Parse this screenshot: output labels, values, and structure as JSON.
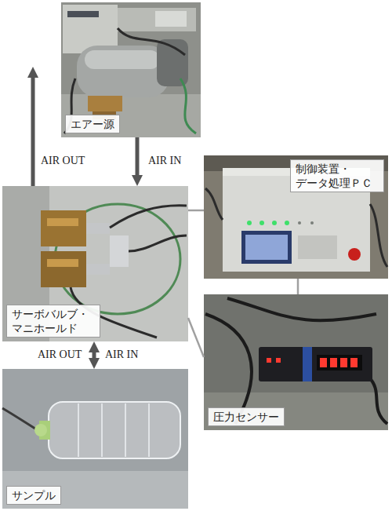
{
  "diagram": {
    "nodes": [
      {
        "text": [
          "エアー源"
        ]
      },
      {
        "text": [
          "制御装置・ データ処理ＰＣ"
        ]
      },
      {
        "text": [
          "サーボバルブ・ マニホールド"
        ]
      },
      {
        "text": [
          "圧力センサー"
        ]
      },
      {
        "text": [
          "サンプル"
        ]
      }
    ],
    "edges": [
      {
        "from": 0,
        "to": 2,
        "arrow": "to",
        "label": "AIR IN"
      },
      {
        "from": 2,
        "to": 4,
        "arrow": "both"
      },
      {
        "from": 2,
        "to": 1,
        "arrow": "none"
      },
      {
        "from": 1,
        "to": 3,
        "arrow": "none"
      },
      {
        "from": 2,
        "to": 3,
        "arrow": "none"
      }
    ],
    "labels": [
      "AIR OUT",
      "AIR OUT",
      "AIR IN"
    ]
  }
}
